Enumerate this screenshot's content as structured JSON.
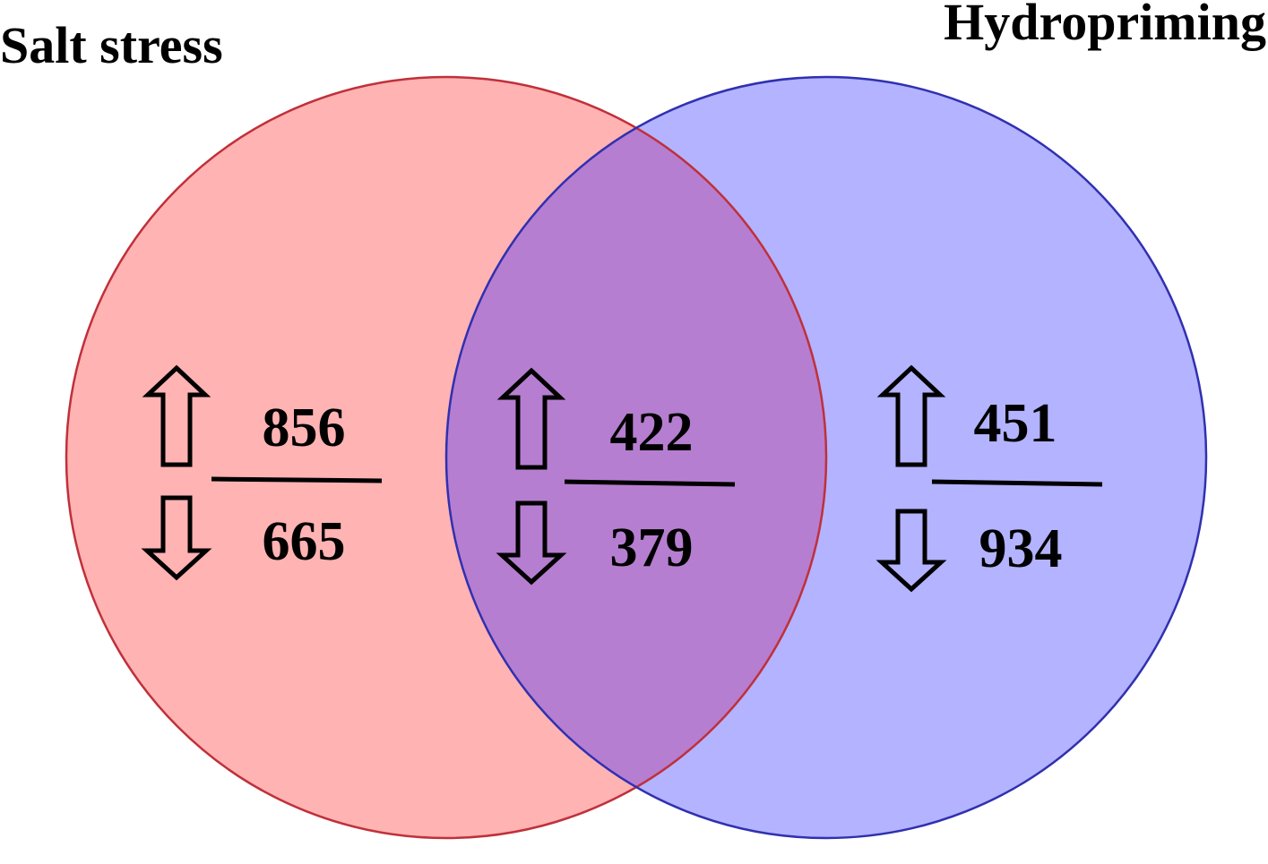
{
  "diagram": {
    "type": "venn",
    "sets": [
      {
        "label": "Salt stress",
        "color": "#ffb3b3",
        "stroke": "#c0303a"
      },
      {
        "label": "Hydropriming",
        "color": "#b3b3ff",
        "stroke": "#3030b0"
      }
    ],
    "overlap_color": "#b67ed0",
    "regions": [
      {
        "region": "salt-only",
        "up": "856",
        "down": "665"
      },
      {
        "region": "both",
        "up": "422",
        "down": "379"
      },
      {
        "region": "hydropriming-only",
        "up": "451",
        "down": "934"
      }
    ],
    "icons": {
      "up": "up-arrow-icon",
      "down": "down-arrow-icon"
    }
  }
}
